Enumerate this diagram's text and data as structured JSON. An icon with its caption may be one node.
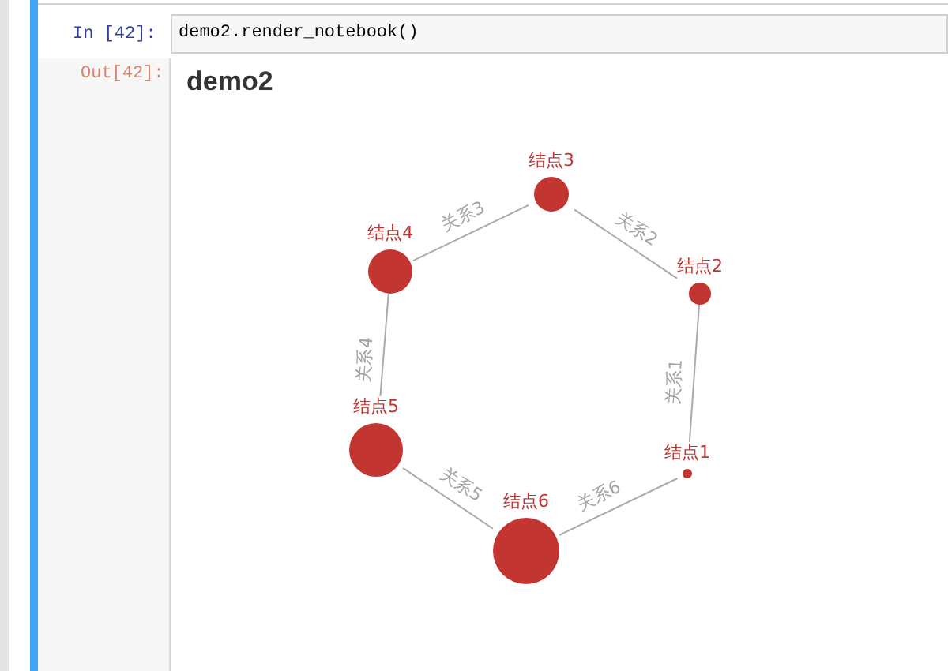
{
  "diagram": {
    "title": "demo2",
    "nodes": [
      {
        "text": [
          "demo2.render_notebook()"
        ]
      },
      {
        "text": [
          "结点1"
        ]
      },
      {
        "text": [
          "结点2"
        ]
      },
      {
        "text": [
          "结点3"
        ]
      },
      {
        "text": [
          "结点4"
        ]
      },
      {
        "text": [
          "结点5"
        ]
      },
      {
        "text": [
          "结点6"
        ]
      }
    ],
    "edges": [
      {
        "from": 1,
        "to": 2,
        "arrow": "none",
        "label": "关系1"
      },
      {
        "from": 2,
        "to": 3,
        "arrow": "none",
        "label": "关系2"
      },
      {
        "from": 3,
        "to": 4,
        "arrow": "none",
        "label": "关系3"
      },
      {
        "from": 4,
        "to": 5,
        "arrow": "none",
        "label": "关系4"
      },
      {
        "from": 5,
        "to": 6,
        "arrow": "none",
        "label": "关系5"
      },
      {
        "from": 6,
        "to": 1,
        "arrow": "none",
        "label": "关系6"
      }
    ],
    "labels": [
      "In [42]:",
      "Out[42]:"
    ]
  }
}
